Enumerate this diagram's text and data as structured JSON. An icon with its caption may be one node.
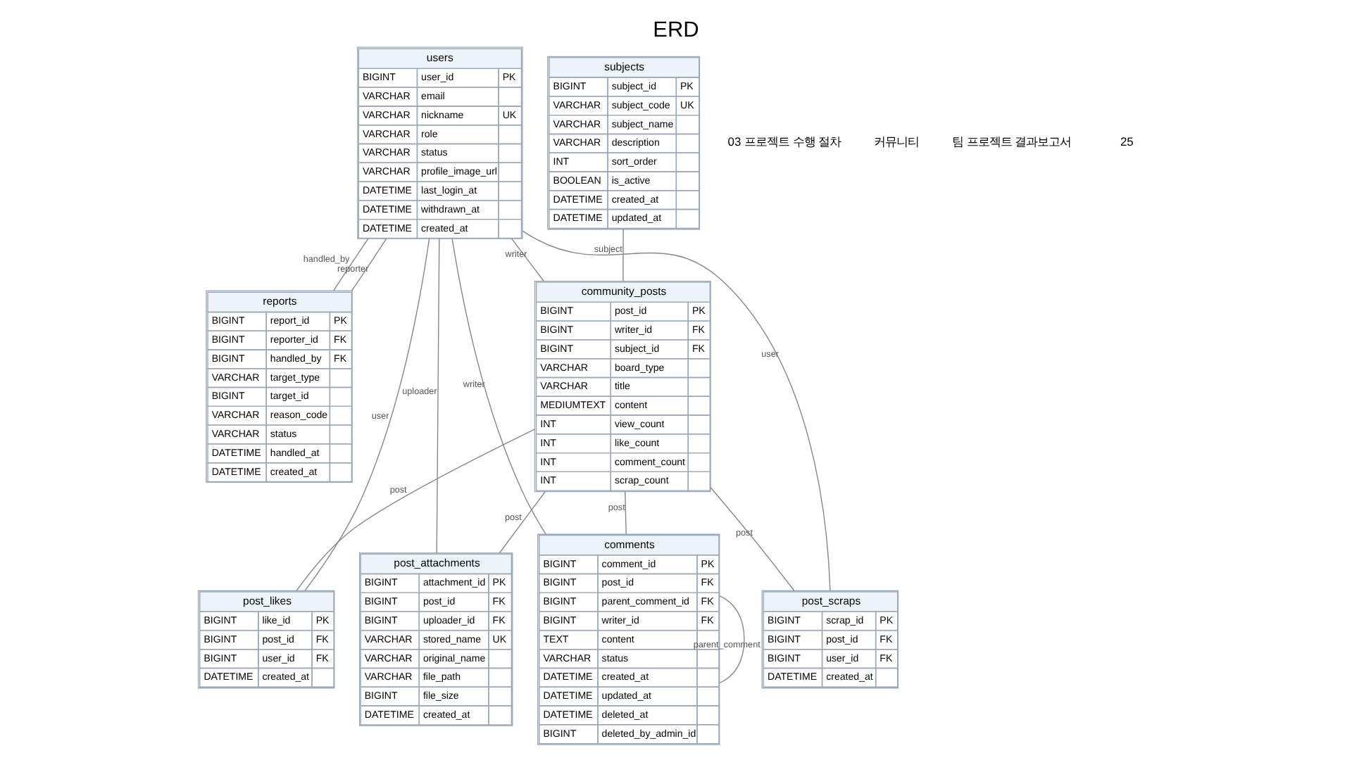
{
  "diagram": {
    "title": "ERD",
    "nodes": [
      {
        "text": [
          "users",
          "BIGINT user_id PK",
          "VARCHAR email",
          "VARCHAR nickname UK",
          "VARCHAR role",
          "VARCHAR status",
          "VARCHAR profile_image_url",
          "DATETIME last_login_at",
          "DATETIME withdrawn_at",
          "DATETIME created_at"
        ]
      },
      {
        "text": [
          "subjects",
          "BIGINT subject_id PK",
          "VARCHAR subject_code UK",
          "VARCHAR subject_name",
          "VARCHAR description",
          "INT sort_order",
          "BOOLEAN is_active",
          "DATETIME created_at",
          "DATETIME updated_at"
        ]
      },
      {
        "text": [
          "reports",
          "BIGINT report_id PK",
          "BIGINT reporter_id FK",
          "BIGINT handled_by FK",
          "VARCHAR target_type",
          "BIGINT target_id",
          "VARCHAR reason_code",
          "VARCHAR status",
          "DATETIME handled_at",
          "DATETIME created_at"
        ]
      },
      {
        "text": [
          "community_posts",
          "BIGINT post_id PK",
          "BIGINT writer_id FK",
          "BIGINT subject_id FK",
          "VARCHAR board_type",
          "VARCHAR title",
          "MEDIUMTEXT content",
          "INT view_count",
          "INT like_count",
          "INT comment_count",
          "INT scrap_count"
        ]
      },
      {
        "text": [
          "post_attachments",
          "BIGINT attachment_id PK",
          "BIGINT post_id FK",
          "BIGINT uploader_id FK",
          "VARCHAR stored_name UK",
          "VARCHAR original_name",
          "VARCHAR file_path",
          "BIGINT file_size",
          "DATETIME created_at"
        ]
      },
      {
        "text": [
          "comments",
          "BIGINT comment_id PK",
          "BIGINT post_id FK",
          "BIGINT parent_comment_id FK",
          "BIGINT writer_id FK",
          "TEXT content",
          "VARCHAR status",
          "DATETIME created_at",
          "DATETIME updated_at",
          "DATETIME deleted_at",
          "BIGINT deleted_by_admin_id"
        ]
      },
      {
        "text": [
          "post_likes",
          "BIGINT like_id PK",
          "BIGINT post_id FK",
          "BIGINT user_id FK",
          "DATETIME created_at"
        ]
      },
      {
        "text": [
          "post_scraps",
          "BIGINT scrap_id PK",
          "BIGINT post_id FK",
          "BIGINT user_id FK",
          "DATETIME created_at"
        ]
      }
    ],
    "edges": [
      {
        "from": 0,
        "to": 2,
        "arrow": "none",
        "label": "handled_by"
      },
      {
        "from": 0,
        "to": 2,
        "arrow": "none",
        "label": "reporter"
      },
      {
        "from": 0,
        "to": 4,
        "arrow": "none",
        "label": "uploader"
      },
      {
        "from": 0,
        "to": 5,
        "arrow": "none",
        "label": "writer"
      },
      {
        "from": 0,
        "to": 6,
        "arrow": "none",
        "label": "user"
      },
      {
        "from": 0,
        "to": 3,
        "arrow": "none",
        "label": "writer"
      },
      {
        "from": 0,
        "to": 7,
        "arrow": "none",
        "label": "user"
      },
      {
        "from": 1,
        "to": 3,
        "arrow": "none",
        "label": "subject"
      },
      {
        "from": 3,
        "to": 4,
        "arrow": "none",
        "label": "post"
      },
      {
        "from": 3,
        "to": 5,
        "arrow": "none",
        "label": "post"
      },
      {
        "from": 3,
        "to": 6,
        "arrow": "none",
        "label": "post"
      },
      {
        "from": 3,
        "to": 7,
        "arrow": "none",
        "label": "post"
      },
      {
        "from": 5,
        "to": 5,
        "arrow": "none",
        "label": "parent_comment"
      }
    ],
    "labels": [
      "03 프로젝트 수행 절차",
      "커뮤니티",
      "팀 프로젝트 결과보고서",
      "25"
    ]
  }
}
